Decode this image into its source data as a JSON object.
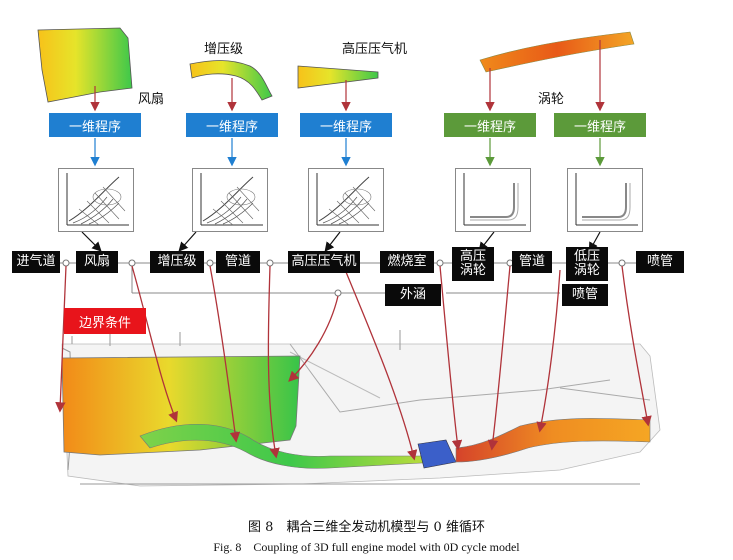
{
  "labels": {
    "fan": "风扇",
    "booster": "增压级",
    "hpc": "高压压气机",
    "turbine": "涡轮"
  },
  "program_label": "一维程序",
  "nodes": {
    "inlet": "进气道",
    "fan": "风扇",
    "booster": "增压级",
    "duct1": "管道",
    "hpc": "高压压气机",
    "combustor": "燃烧室",
    "hpt_l1": "高压",
    "hpt_l2": "涡轮",
    "duct2": "管道",
    "lpt_l1": "低压",
    "lpt_l2": "涡轮",
    "nozzle1": "喷管",
    "bypass": "外涵",
    "nozzle2": "喷管"
  },
  "boundary": "边界条件",
  "caption": {
    "zh": "图 8　耦合三维全发动机模型与 0 维循环",
    "en": "Fig. 8　Coupling of 3D full engine model with 0D cycle model"
  },
  "colors": {
    "blue": "#1f7fd1",
    "green": "#5c9a3a",
    "arrow": "#b0333a",
    "node": "#0a0a0a",
    "boundary": "#e8141b"
  }
}
